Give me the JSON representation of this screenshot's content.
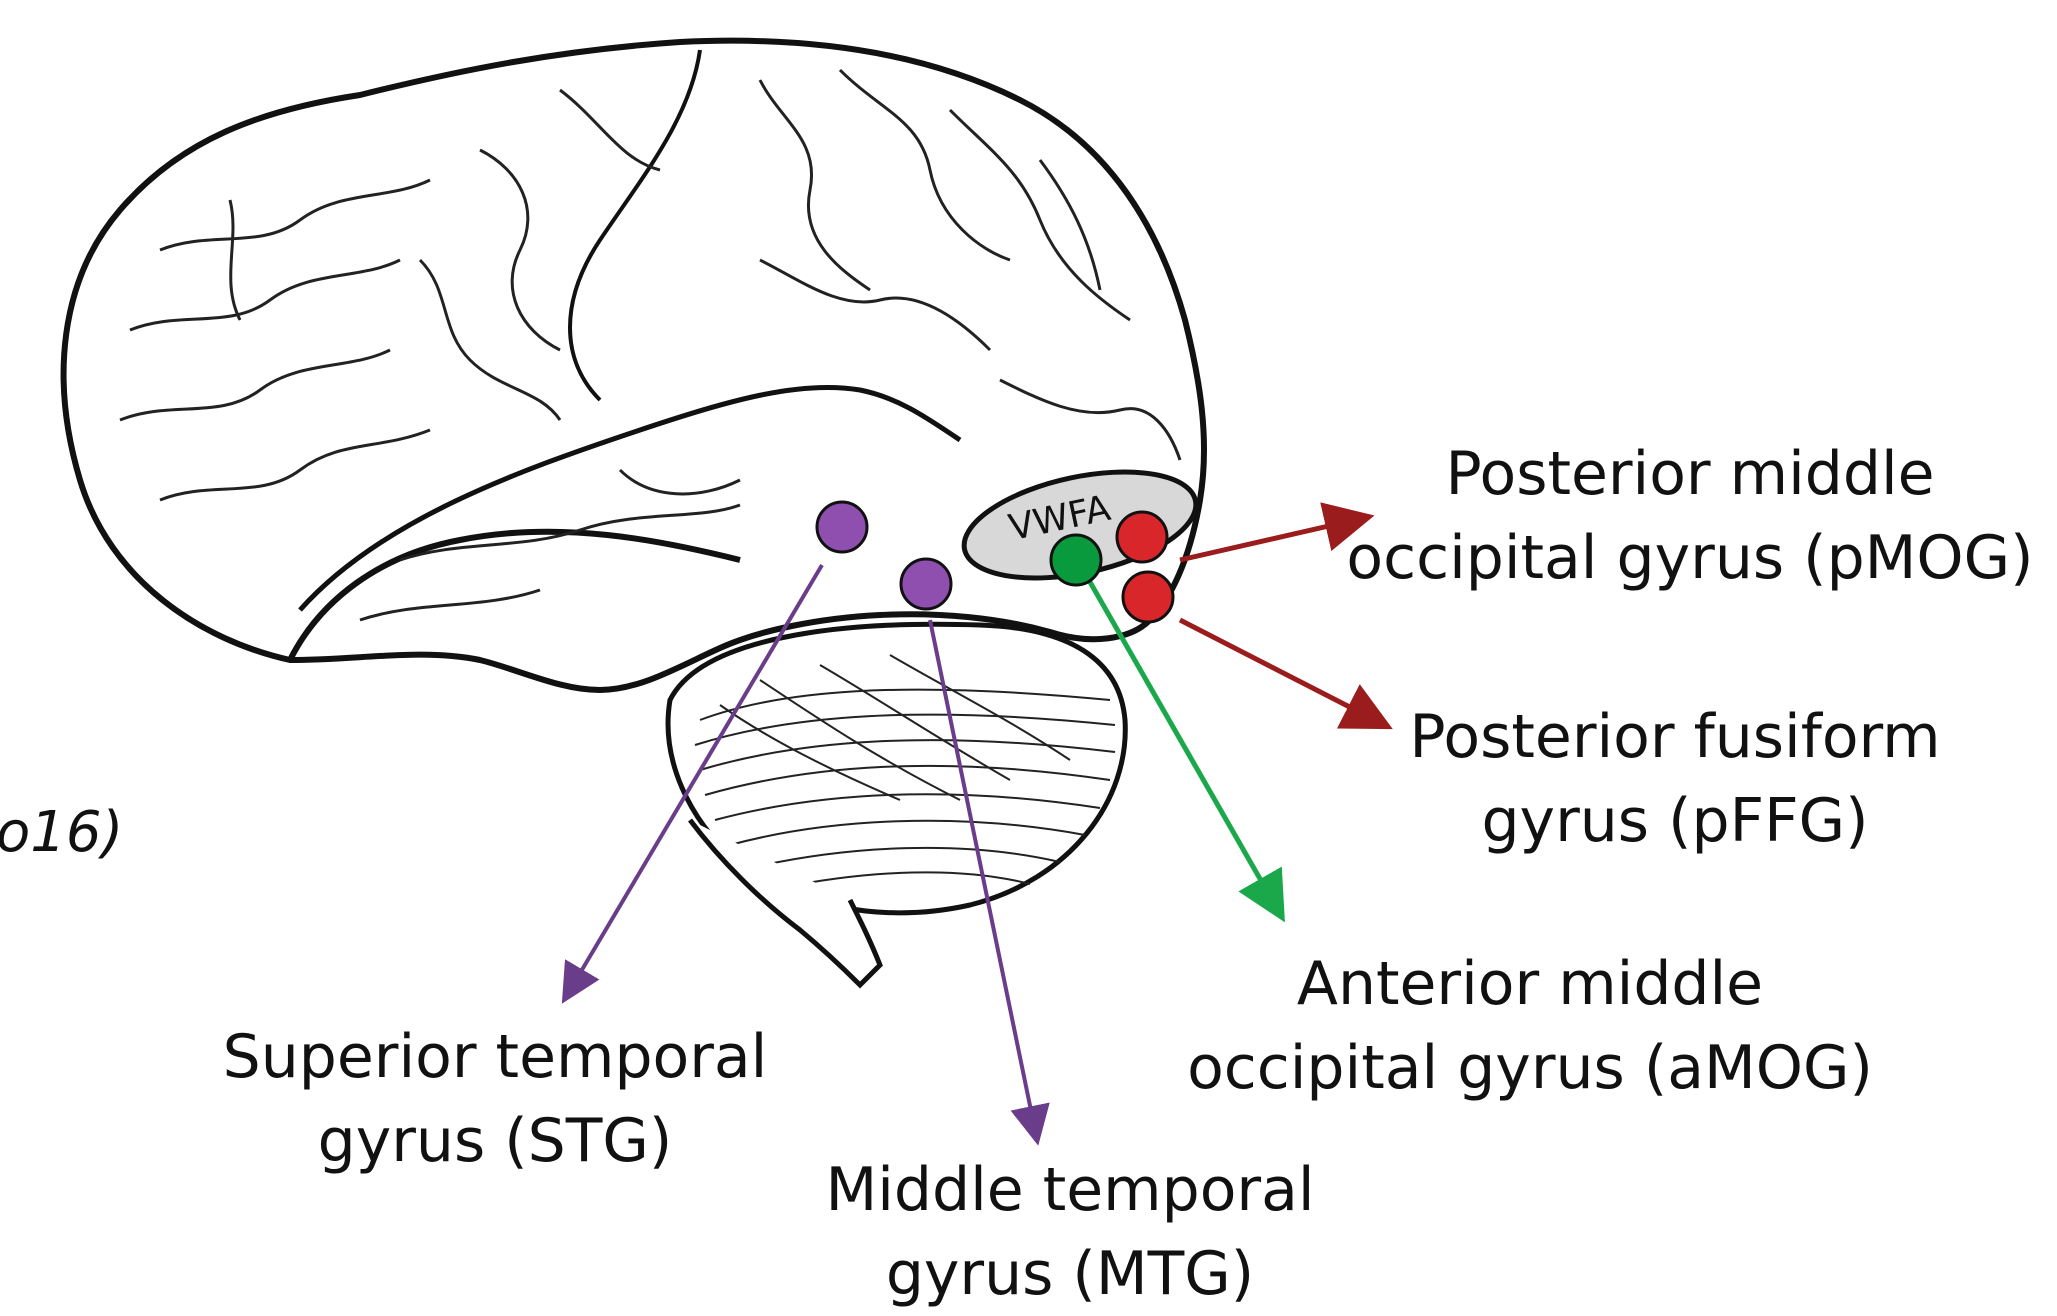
{
  "citation_fragment": "o16)",
  "vwfa_label": "VWFA",
  "labels": {
    "pmog": {
      "line1": "Posterior middle",
      "line2": "occipital gyrus (pMOG)"
    },
    "pffg": {
      "line1": "Posterior fusiform",
      "line2": "gyrus (pFFG)"
    },
    "amog": {
      "line1": "Anterior middle",
      "line2": "occipital gyrus (aMOG)"
    },
    "stg": {
      "line1": "Superior temporal",
      "line2": "gyrus (STG)"
    },
    "mtg": {
      "line1": "Middle temporal",
      "line2": "gyrus (MTG)"
    }
  },
  "colors": {
    "purple": "#8e4fae",
    "purple_arrow": "#6a3d8a",
    "green": "#0a9a3e",
    "green_arrow": "#1aa84a",
    "red": "#d9262a",
    "red_arrow": "#9a1c1c",
    "vwfa_fill": "#d8d8d8"
  }
}
